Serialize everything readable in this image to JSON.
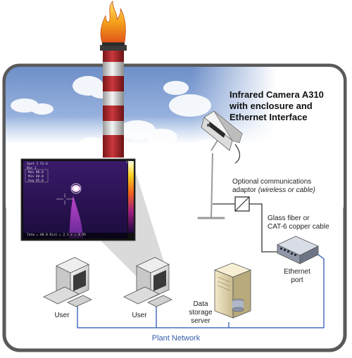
{
  "title": {
    "line1": "Infrared Camera A310",
    "line2": "with enclosure and",
    "line3": "Ethernet Interface"
  },
  "adaptor": {
    "line1": "Optional communications",
    "line2_prefix": "adaptor ",
    "line2_italic": "(wireless or cable)"
  },
  "cable": {
    "line1": "Glass fiber or",
    "line2": "CAT-6 copper cable"
  },
  "ethernet": {
    "line1": "Ethernet",
    "line2": "port"
  },
  "storage": {
    "line1": "Data",
    "line2": "storage",
    "line3": "server"
  },
  "users": {
    "left": "User",
    "right": "User"
  },
  "network": "Plant Network",
  "thermal": {
    "spot": "Spot 1  51.6",
    "box": "Box 1",
    "max": "Max  80.0",
    "min": "Min  40.0",
    "avg": "Avg  65.0",
    "scale_top": "130",
    "footer": "Tatm = 68.0   Dist = 2.1   ε = 0.95"
  },
  "colors": {
    "network_line": "#4a6fc1",
    "frame": "#5a5a5a",
    "stack_red": "#b0282c",
    "flame": "#f2a31b"
  }
}
